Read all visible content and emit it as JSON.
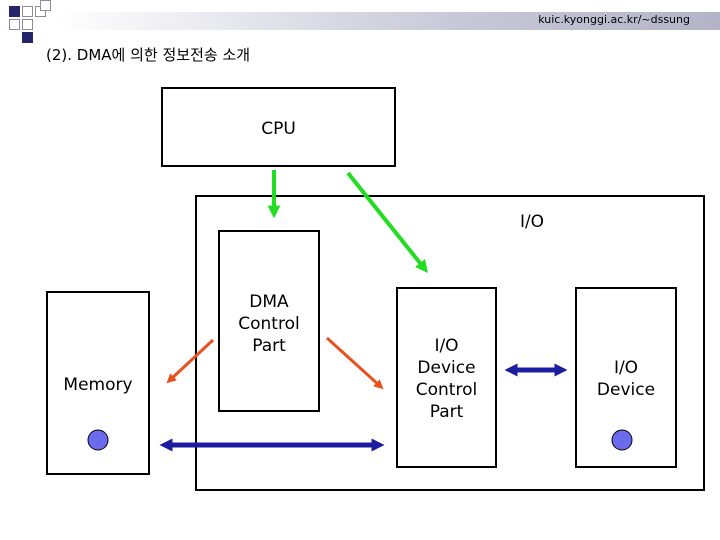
{
  "header": {
    "url": "kuic.kyonggi.ac.kr/~dssung"
  },
  "title": "(2). DMA에 의한 정보전송 소개",
  "diagram": {
    "cpu": "CPU",
    "io_region": "I/O",
    "dma": "DMA\nControl\nPart",
    "memory": "Memory",
    "io_control": "I/O\nDevice\nControl\nPart",
    "io_device": "I/O\nDevice"
  },
  "colors": {
    "green": "#22dd22",
    "orange": "#e8501e",
    "blue": "#1c1ca0",
    "circle": "#6b6bf0"
  }
}
